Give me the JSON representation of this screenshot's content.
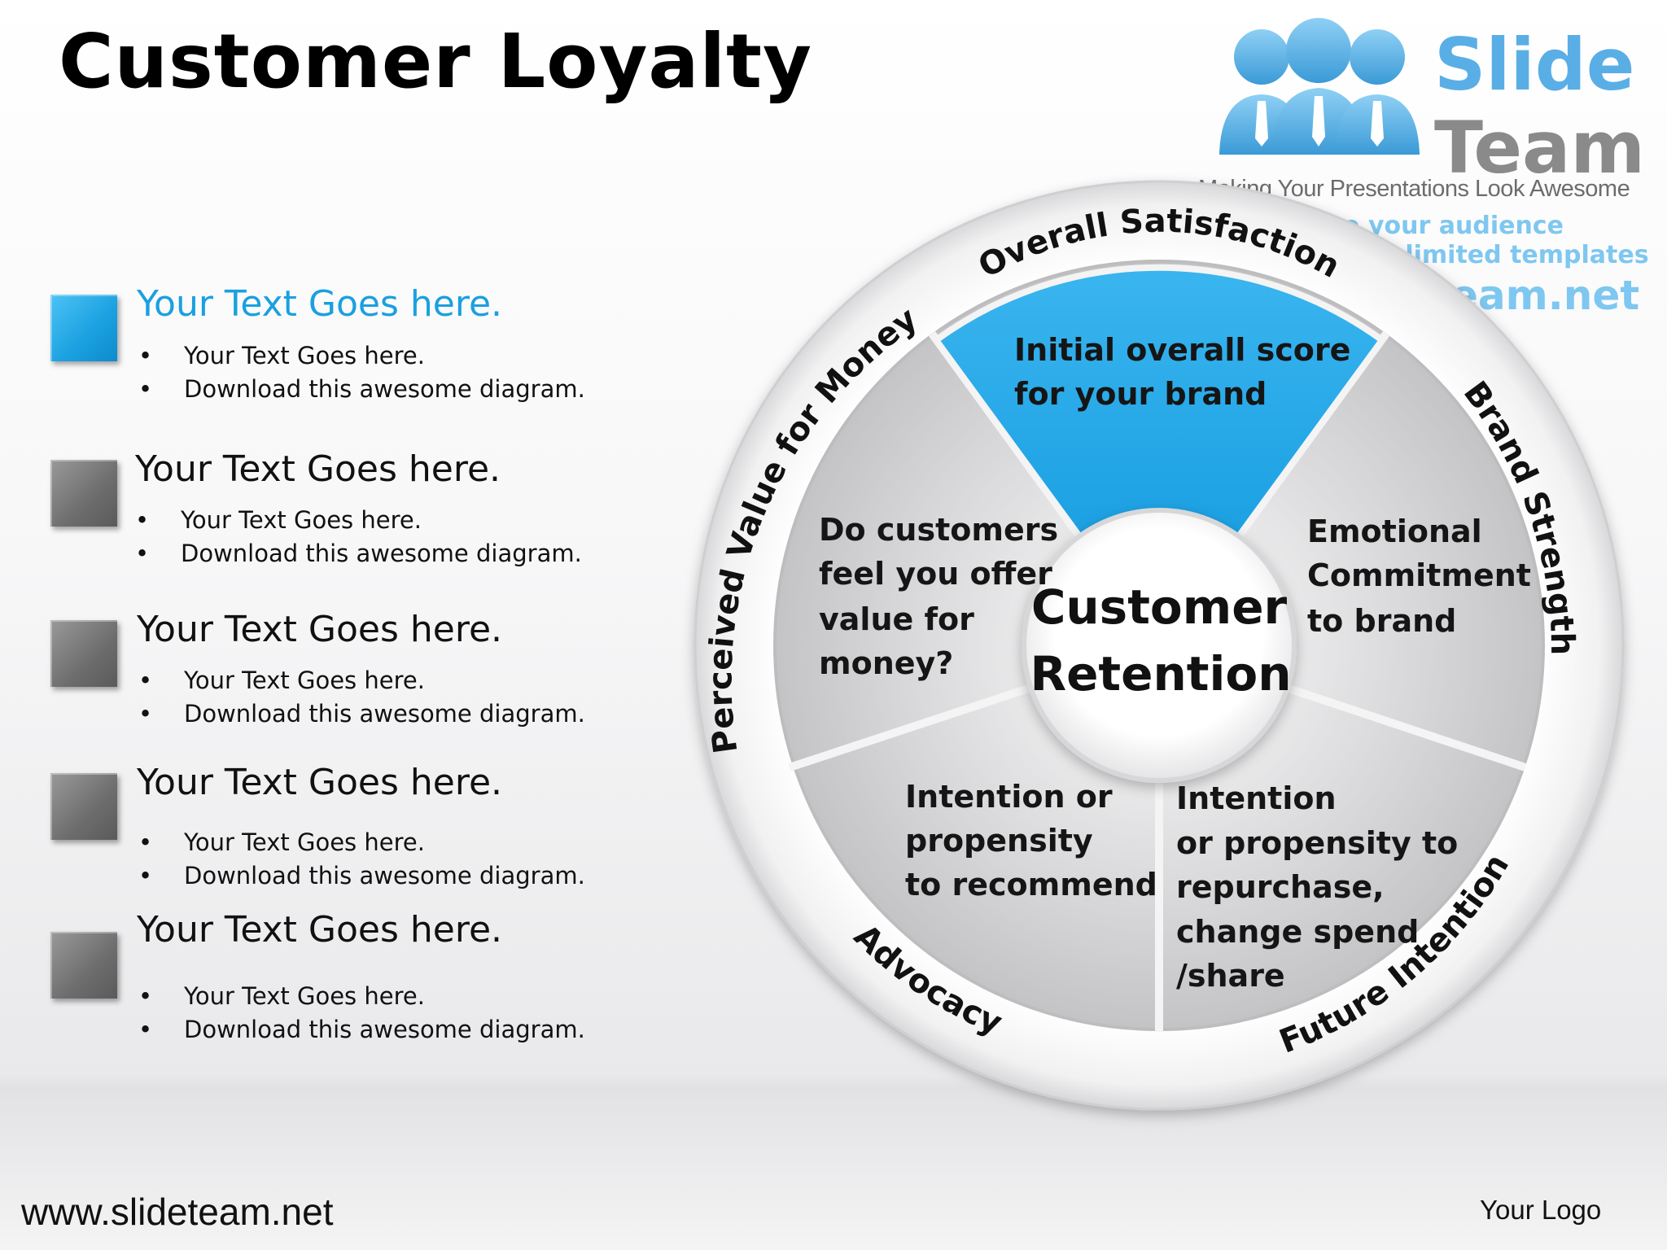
{
  "title": "Customer Loyalty",
  "branding": {
    "name_line1": "Slide",
    "name_line2": "Team",
    "tagline": "Making Your Presentations Look Awesome",
    "promo1": "Amaze your audience",
    "promo2": "Download unlimited templates",
    "promo3": "www.slideteam.net",
    "accent_color": "#1aa0e0"
  },
  "list_items": [
    {
      "heading": "Your Text Goes here.",
      "bullets": [
        "Your Text Goes here.",
        "Download this awesome diagram."
      ],
      "color": "blue"
    },
    {
      "heading": "Your Text Goes here.",
      "bullets": [
        "Your Text Goes here.",
        "Download this awesome diagram."
      ],
      "color": "gray"
    },
    {
      "heading": "Your Text Goes here.",
      "bullets": [
        "Your Text Goes here.",
        "Download this awesome diagram."
      ],
      "color": "gray"
    },
    {
      "heading": "Your Text Goes here.",
      "bullets": [
        "Your Text Goes here.",
        "Download this awesome diagram."
      ],
      "color": "gray"
    },
    {
      "heading": "Your Text Goes here.",
      "bullets": [
        "Your Text Goes here.",
        "Download this awesome diagram."
      ],
      "color": "gray"
    }
  ],
  "bullet_symbol": "•",
  "diagram": {
    "center": {
      "line1": "Customer",
      "line2": "Retention"
    },
    "ring_labels": {
      "top": "Overall Satisfaction",
      "upper_left": "Perceived Value for Money",
      "upper_right": "Brand Strength",
      "lower_left": "Advocacy",
      "lower_right": "Future Intentions"
    },
    "segments": {
      "top": [
        "Initial overall score",
        "for your brand"
      ],
      "left": [
        "Do customers",
        "feel you offer",
        "value for",
        "money?"
      ],
      "right": [
        "Emotional",
        "Commitment",
        "to brand"
      ],
      "bottom_left": [
        "Intention or",
        "propensity",
        "to recommend"
      ],
      "bottom_right": [
        "Intention",
        "or propensity to",
        "repurchase,",
        "change spend",
        "/share"
      ]
    }
  },
  "footer": {
    "url": "www.slideteam.net",
    "logo": "Your Logo"
  }
}
